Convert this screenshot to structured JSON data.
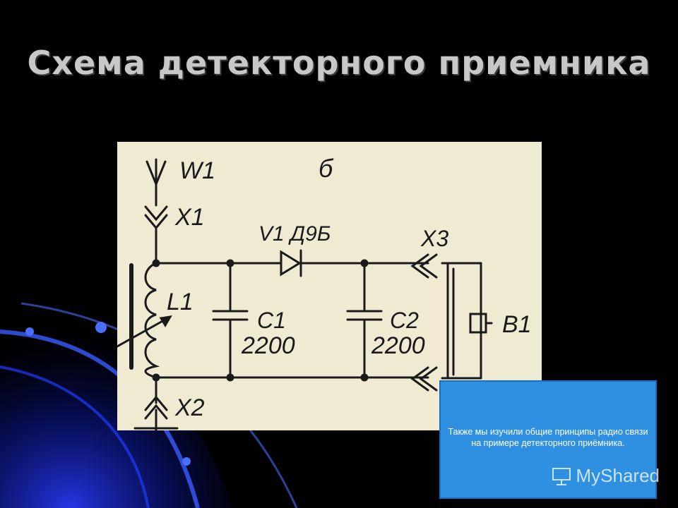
{
  "slide": {
    "title": "Схема детекторного приемника",
    "background_color": "#000000",
    "accent_color": "#1e3cff"
  },
  "diagram": {
    "paper_color": "#f0ead2",
    "ink_color": "#1a1a1a",
    "labels": {
      "variant": "б",
      "antenna": "W1",
      "connector_x1": "X1",
      "connector_x2": "X2",
      "connector_x3": "X3",
      "inductor": "L1",
      "diode": "V1 Д9Б",
      "capacitor_c1": "C1",
      "capacitor_c1_value": "2200",
      "capacitor_c2": "C2",
      "capacitor_c2_value": "2200",
      "headphone": "B1"
    }
  },
  "callout": {
    "text": "Также мы изучили общие принципы радио связи на примере детекторного приёмника.",
    "color": "#2f8fe0"
  },
  "watermark": {
    "text": "MyShared"
  }
}
